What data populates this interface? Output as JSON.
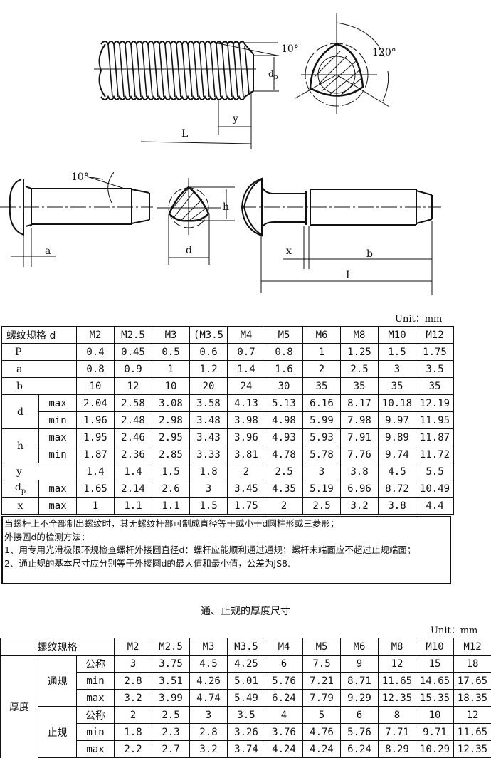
{
  "drawings": {
    "fig1": {
      "angle_label": "10°",
      "dp_label": "dp",
      "y_label": "y",
      "L_label": "L"
    },
    "fig2": {
      "angle_label": "120°"
    },
    "fig3": {
      "angle_label": "10°",
      "a_label": "a",
      "d_label": "d",
      "h_label": "h"
    },
    "fig4": {
      "x_label": "x",
      "b_label": "b",
      "L_label": "L"
    }
  },
  "table1": {
    "unit": "Unit：mm",
    "header_label": "螺纹规格 d",
    "columns": [
      "M2",
      "M2.5",
      "M3",
      "(M3.5",
      "M4",
      "M5",
      "M6",
      "M8",
      "M10",
      "M12"
    ],
    "rows": {
      "P": {
        "label": "P",
        "values": [
          "0.4",
          "0.45",
          "0.5",
          "0.6",
          "0.7",
          "0.8",
          "1",
          "1.25",
          "1.5",
          "1.75"
        ]
      },
      "a": {
        "label": "a",
        "values": [
          "0.8",
          "0.9",
          "1",
          "1.2",
          "1.4",
          "1.6",
          "2",
          "2.5",
          "3",
          "3.5"
        ]
      },
      "b": {
        "label": "b",
        "values": [
          "10",
          "12",
          "10",
          "20",
          "24",
          "30",
          "35",
          "35",
          "35",
          "35"
        ]
      },
      "d_max": {
        "label": "d",
        "sub": "max",
        "values": [
          "2.04",
          "2.58",
          "3.08",
          "3.58",
          "4.13",
          "5.13",
          "6.16",
          "8.17",
          "10.18",
          "12.19"
        ]
      },
      "d_min": {
        "sub": "min",
        "values": [
          "1.96",
          "2.48",
          "2.98",
          "3.48",
          "3.98",
          "4.98",
          "5.99",
          "7.98",
          "9.97",
          "11.95"
        ]
      },
      "h_max": {
        "label": "h",
        "sub": "max",
        "values": [
          "1.95",
          "2.46",
          "2.95",
          "3.43",
          "3.96",
          "4.93",
          "5.93",
          "7.91",
          "9.89",
          "11.87"
        ]
      },
      "h_min": {
        "sub": "min",
        "values": [
          "1.87",
          "2.36",
          "2.85",
          "3.33",
          "3.81",
          "4.78",
          "5.78",
          "7.76",
          "9.74",
          "11.72"
        ]
      },
      "y": {
        "label": "y",
        "values": [
          "1.4",
          "1.4",
          "1.5",
          "1.8",
          "2",
          "2.5",
          "3",
          "3.8",
          "4.5",
          "5.5"
        ]
      },
      "dp": {
        "label": "d",
        "label_sub": "p",
        "sub": "max",
        "values": [
          "1.65",
          "2.14",
          "2.6",
          "3",
          "3.45",
          "4.35",
          "5.19",
          "6.96",
          "8.72",
          "10.49"
        ]
      },
      "x": {
        "label": "x",
        "sub": "max",
        "values": [
          "1",
          "1.1",
          "1.1",
          "1.5",
          "1.75",
          "2",
          "2.5",
          "3.2",
          "3.8",
          "4.4"
        ]
      }
    }
  },
  "notes": [
    "当螺杆上不全部制出螺纹时，其无螺纹杆部可制成直径等于或小于d圆柱形或三菱形；",
    "外接圆d的检测方法：",
    "1、用专用光滑极限环规检查螺杆外接圆直径d：螺杆应能顺利通过通规；螺杆末端面应不超过止规端面；",
    "2、通止规的基本尺寸应分别等于外接圆d的最大值和最小值，公差为JS8."
  ],
  "table2": {
    "title": "通、止规的厚度尺寸",
    "unit": "Unit：mm",
    "header_label": "螺纹规格",
    "columns": [
      "M2",
      "M2.5",
      "M3",
      "M3.5",
      "M4",
      "M5",
      "M6",
      "M8",
      "M10",
      "M12"
    ],
    "group_label": "厚度",
    "go_label": "通规",
    "nogo_label": "止规",
    "nominal_label": "公称",
    "min_label": "min",
    "max_label": "max",
    "go": {
      "nominal": [
        "3",
        "3.75",
        "4.5",
        "4.25",
        "6",
        "7.5",
        "9",
        "12",
        "15",
        "18"
      ],
      "min": [
        "2.8",
        "3.51",
        "4.26",
        "5.01",
        "5.76",
        "7.21",
        "8.71",
        "11.65",
        "14.65",
        "17.65"
      ],
      "max": [
        "3.2",
        "3.99",
        "4.74",
        "5.49",
        "6.24",
        "7.79",
        "9.29",
        "12.35",
        "15.35",
        "18.35"
      ]
    },
    "nogo": {
      "nominal": [
        "2",
        "2.5",
        "3",
        "3.5",
        "4",
        "5",
        "6",
        "8",
        "10",
        "12"
      ],
      "min": [
        "1.8",
        "2.3",
        "2.8",
        "3.26",
        "3.76",
        "4.76",
        "5.76",
        "7.71",
        "9.71",
        "11.65"
      ],
      "max": [
        "2.2",
        "2.7",
        "3.2",
        "3.74",
        "4.24",
        "4.24",
        "6.24",
        "8.29",
        "10.29",
        "12.35"
      ]
    }
  }
}
